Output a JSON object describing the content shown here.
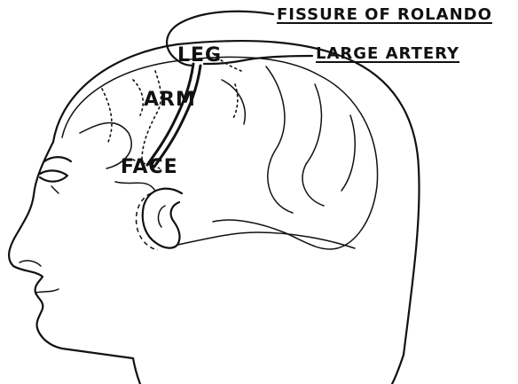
{
  "labels": {
    "fissure_of_rolando": "FISSURE OF ROLANDO",
    "large_artery": "LARGE ARTERY",
    "leg": "LEG",
    "arm": "ARM",
    "face": "FACE"
  },
  "colors": {
    "ink": "#111111",
    "background": "#ffffff"
  }
}
